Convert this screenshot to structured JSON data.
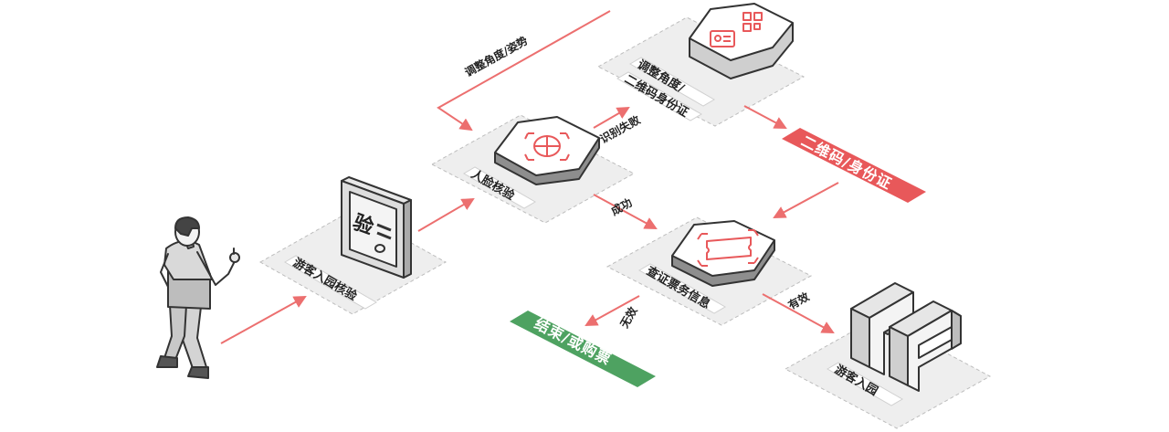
{
  "colors": {
    "arrow": "#ec6f6f",
    "accent_red": "#e8585a",
    "accent_green": "#4ea261",
    "platform": "#eeeeee",
    "platform_border": "#bdbdbd",
    "ink": "#222222"
  },
  "nodes": {
    "visitor_check": {
      "label": "游客入园核验",
      "icon": "verification-terminal-icon",
      "icon_glyph": "验"
    },
    "face_check": {
      "label": "人脸核验",
      "icon": "face-scan-icon"
    },
    "adjust": {
      "label_line1": "调整角度/",
      "label_line2": "二维码身份证",
      "icon": "qr-id-scan-icon"
    },
    "ticket_check": {
      "label": "查证票务信息",
      "icon": "ticket-scan-icon"
    },
    "enter": {
      "label": "游客入园",
      "icon": "turnstile-gate-icon"
    }
  },
  "pills": {
    "qr_id": "二维码/身份证",
    "end_or_buy": "结束/或购票"
  },
  "edges": {
    "retry": "调整角度/姿势",
    "fail": "识别失败",
    "success": "成功",
    "valid": "有效",
    "invalid": "无效"
  }
}
